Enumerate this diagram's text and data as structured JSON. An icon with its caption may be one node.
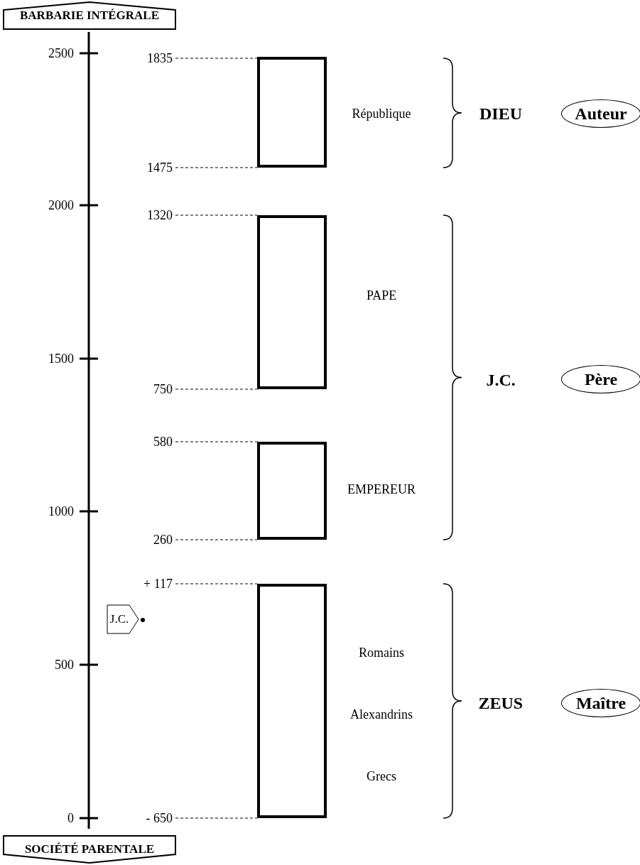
{
  "diagram": {
    "nodes": [
      {
        "text": [
          "BARBARIE INTÉGRALE"
        ]
      },
      {
        "text": [
          "SOCIÉTÉ PARENTALE"
        ]
      },
      {
        "text": [
          "J.C."
        ]
      },
      {
        "text": [],
        "shape": "box",
        "beside": [
          "République"
        ]
      },
      {
        "text": [],
        "shape": "box",
        "beside": [
          "PAPE"
        ]
      },
      {
        "text": [],
        "shape": "box",
        "beside": [
          "EMPEREUR"
        ]
      },
      {
        "text": [],
        "shape": "box",
        "beside": [
          "Romains",
          "Alexandrins",
          "Grecs"
        ]
      },
      {
        "text": [
          "Auteur"
        ]
      },
      {
        "text": [
          "Père"
        ]
      },
      {
        "text": [
          "Maître"
        ]
      },
      {
        "text": [
          "1835"
        ]
      },
      {
        "text": [
          "1475"
        ]
      },
      {
        "text": [
          "1320"
        ]
      },
      {
        "text": [
          "750"
        ]
      },
      {
        "text": [
          "580"
        ]
      },
      {
        "text": [
          "260"
        ]
      },
      {
        "text": [
          "+ 117"
        ]
      },
      {
        "text": [
          "- 650"
        ]
      }
    ],
    "edges": [
      {
        "from": 10,
        "to": 3,
        "arrow": "none",
        "style": "dashed"
      },
      {
        "from": 11,
        "to": 3,
        "arrow": "none",
        "style": "dashed"
      },
      {
        "from": 12,
        "to": 4,
        "arrow": "none",
        "style": "dashed"
      },
      {
        "from": 13,
        "to": 4,
        "arrow": "none",
        "style": "dashed"
      },
      {
        "from": 14,
        "to": 5,
        "arrow": "none",
        "style": "dashed"
      },
      {
        "from": 15,
        "to": 5,
        "arrow": "none",
        "style": "dashed"
      },
      {
        "from": 16,
        "to": 6,
        "arrow": "none",
        "style": "dashed"
      },
      {
        "from": 17,
        "to": 6,
        "arrow": "none",
        "style": "dashed"
      }
    ],
    "labels": [
      "2500",
      "2000",
      "1500",
      "1000",
      "500",
      "0",
      "DIEU",
      "J.C.",
      "ZEUS"
    ]
  }
}
